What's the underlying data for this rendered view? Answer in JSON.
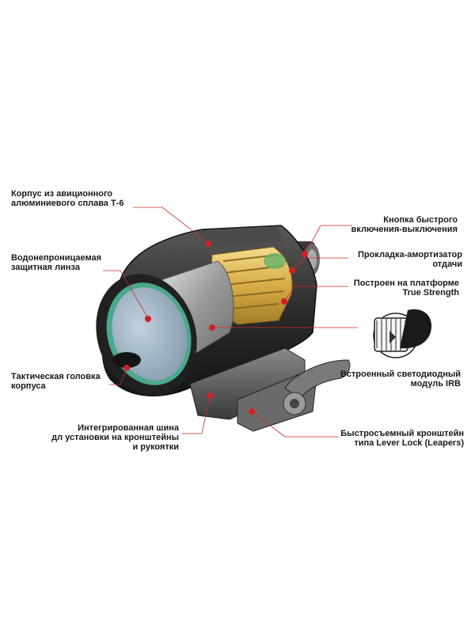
{
  "colors": {
    "leader": "#d22a2a",
    "dot": "#d2202a",
    "body": "#2a2a2a",
    "brass": "#d9b45a",
    "lens": "#9fb4c9",
    "ring": "#4aa88c"
  },
  "labels": {
    "body_material": [
      "Корпус из авиционного",
      "алюминиевого сплава Т-6"
    ],
    "waterproof_lens": [
      "Водонепроницаемая",
      "защитная линза"
    ],
    "tactical_head": [
      "Тактическая головка",
      "корпуса"
    ],
    "integrated_rail": [
      "Интегрированная шина",
      "дл установки на кронштейны",
      "и рукоятки"
    ],
    "quick_switch": [
      "Кнопка быстрого",
      "включения-выключения"
    ],
    "recoil_gasket": [
      "Прокладка-амортизатор",
      "отдачи"
    ],
    "true_strength": [
      "Построен на платформе",
      "True Strength"
    ],
    "led_module": [
      "Встроенный светодиодный",
      "модуль IRB"
    ],
    "lever_lock": [
      "Быстросъемный кронштейн",
      "типа Lever Lock (Leapers)"
    ]
  }
}
